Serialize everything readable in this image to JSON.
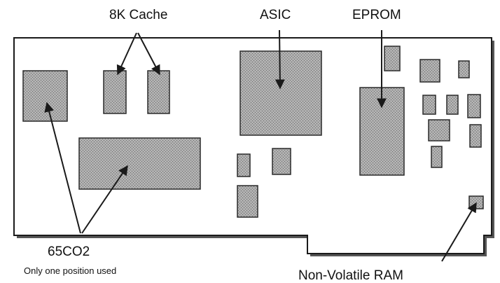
{
  "diagram": {
    "labels": {
      "cache": "8K Cache",
      "asic": "ASIC",
      "eprom": "EPROM",
      "cpu": "65CO2",
      "cpu_note": "Only one position used",
      "nvram": "Non-Volatile RAM"
    },
    "colors": {
      "chip_fill": "#a8a8a8",
      "chip_stroke": "#2a2a2a",
      "board_stroke": "#1a1a1a",
      "board_fill": "#ffffff",
      "shadow": "#555555",
      "arrow": "#1a1a1a",
      "text": "#111111"
    }
  }
}
